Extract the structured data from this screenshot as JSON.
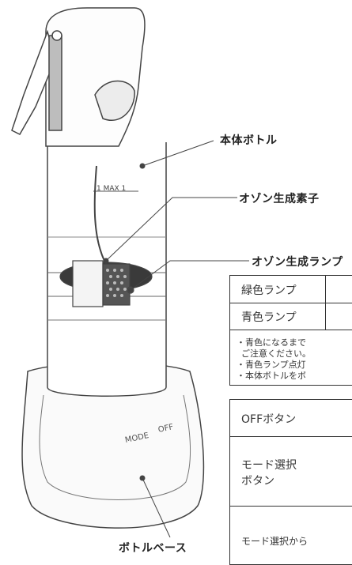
{
  "callouts": {
    "body_bottle": "本体ボトル",
    "ozone_element": "オゾン生成素子",
    "ozone_lamp": "オゾン生成ランプ",
    "bottle_base": "ボトルベース"
  },
  "bottle_text": {
    "max_mark": "1 MAX 1",
    "mode": "MODE",
    "off": "OFF"
  },
  "lamp_table": {
    "rows": [
      "緑色ランプ",
      "青色ランプ"
    ],
    "notes": [
      "・青色になるまで",
      "ご注意ください。",
      "・青色ランプ点灯",
      "・本体ボトルをボ"
    ]
  },
  "button_table": {
    "off_button": "OFFボタン",
    "mode_button_line1": "モード選択",
    "mode_button_line2": "ボタン",
    "mode_footer": "モード選択から"
  }
}
